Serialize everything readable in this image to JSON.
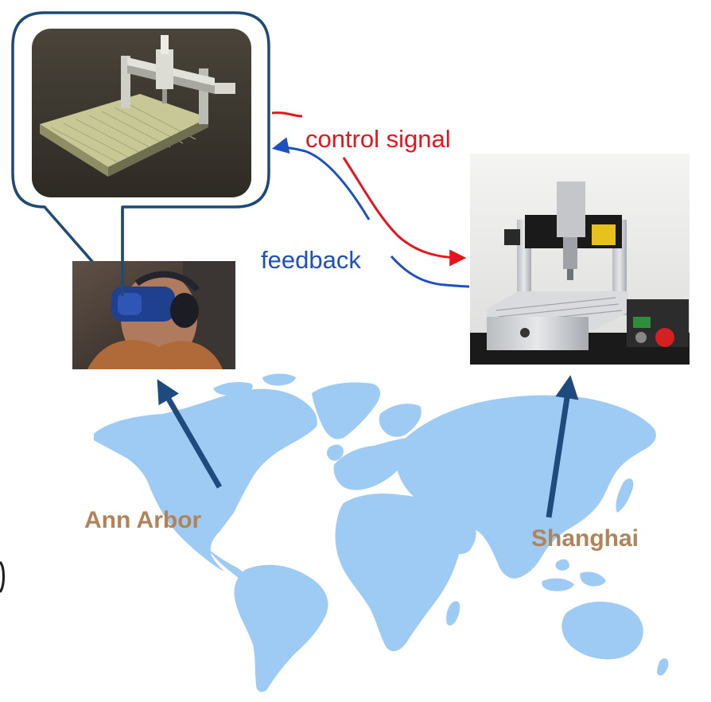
{
  "labels": {
    "control_signal": "control signal",
    "feedback": "feedback",
    "origin_city": "Ann Arbor",
    "destination_city": "Shanghai"
  },
  "colors": {
    "control": "#e8141c",
    "feedback": "#1d4fbd",
    "city_text": "#b0835a",
    "map_land": "#9ecbf3",
    "pointer_arrow": "#1f4a7e",
    "callout_border": "#1e4a78"
  },
  "icons": {
    "vr_scene": "cnc-gantry-3d-model",
    "operator": "vr-headset-operator-photo",
    "machine": "cnc-router-machine-photo",
    "map": "world-map"
  }
}
